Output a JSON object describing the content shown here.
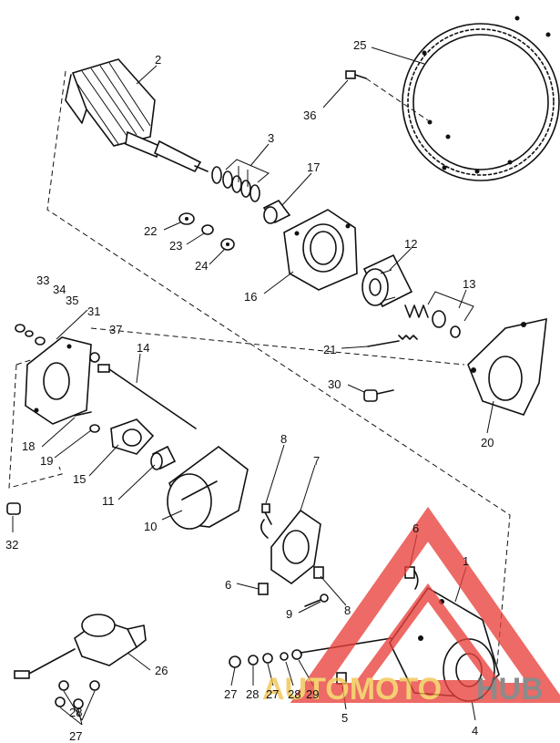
{
  "callouts": {
    "n1": "1",
    "n2": "2",
    "n3": "3",
    "n4": "4",
    "n5": "5",
    "n6a": "6",
    "n6b": "6",
    "n7": "7",
    "n8a": "8",
    "n8b": "8",
    "n9": "9",
    "n10": "10",
    "n11": "11",
    "n12": "12",
    "n13": "13",
    "n14": "14",
    "n15": "15",
    "n16": "16",
    "n17": "17",
    "n18": "18",
    "n19": "19",
    "n20": "20",
    "n21": "21",
    "n22": "22",
    "n23": "23",
    "n24": "24",
    "n25": "25",
    "n26": "26",
    "n27a": "27",
    "n27b": "27",
    "n27c": "27",
    "n28a": "28",
    "n28b": "28",
    "n28c": "28",
    "n29": "29",
    "n30": "30",
    "n31": "31",
    "n32": "32",
    "n33": "33",
    "n34": "34",
    "n35": "35",
    "n36": "36",
    "n37": "37"
  },
  "watermark": {
    "word_left": "AUTOMOTO",
    "word_right": "HUB",
    "color_red": "#e8413c",
    "color_gold": "#f2c24a",
    "color_grey": "#6b6b6b"
  }
}
